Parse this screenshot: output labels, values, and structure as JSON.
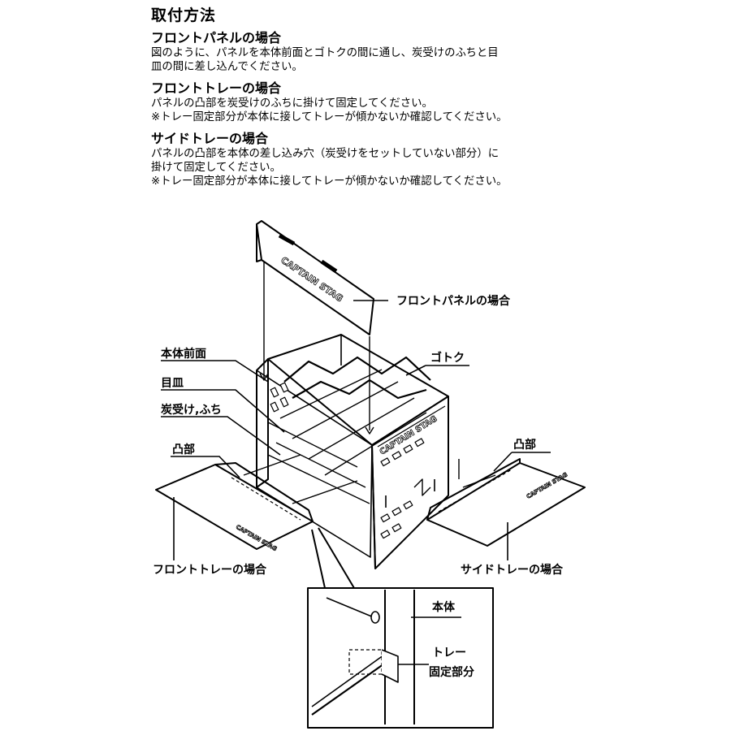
{
  "heading": "取付方法",
  "sections": [
    {
      "title": "フロントパネルの場合",
      "lines": [
        "図のように、パネルを本体前面とゴトクの間に通し、炭受けのふちと目",
        "皿の間に差し込んでください。"
      ]
    },
    {
      "title": "フロントトレーの場合",
      "lines": [
        "パネルの凸部を炭受けのふちに掛けて固定してください。",
        "※トレー固定部分が本体に接してトレーが傾かないか確認してください。"
      ]
    },
    {
      "title": "サイドトレーの場合",
      "lines": [
        "パネルの凸部を本体の差し込み穴（炭受けをセットしていない部分）に",
        "掛けて固定してください。",
        "※トレー固定部分が本体に接してトレーが傾かないか確認してください。"
      ]
    }
  ],
  "diagram": {
    "labels": {
      "front_panel_case": "フロントパネルの場合",
      "body_front": "本体前面",
      "trivet": "ゴトク",
      "grate": "目皿",
      "charcoal_tray_edge": "炭受け,ふち",
      "tab_left": "凸部",
      "tab_right": "凸部",
      "front_tray_case": "フロントトレーの場合",
      "side_tray_case": "サイドトレーの場合",
      "detail_body": "本体",
      "detail_tray_fix_1": "トレー",
      "detail_tray_fix_2": "固定部分"
    },
    "logo_text": "CAPTAIN STAG"
  }
}
